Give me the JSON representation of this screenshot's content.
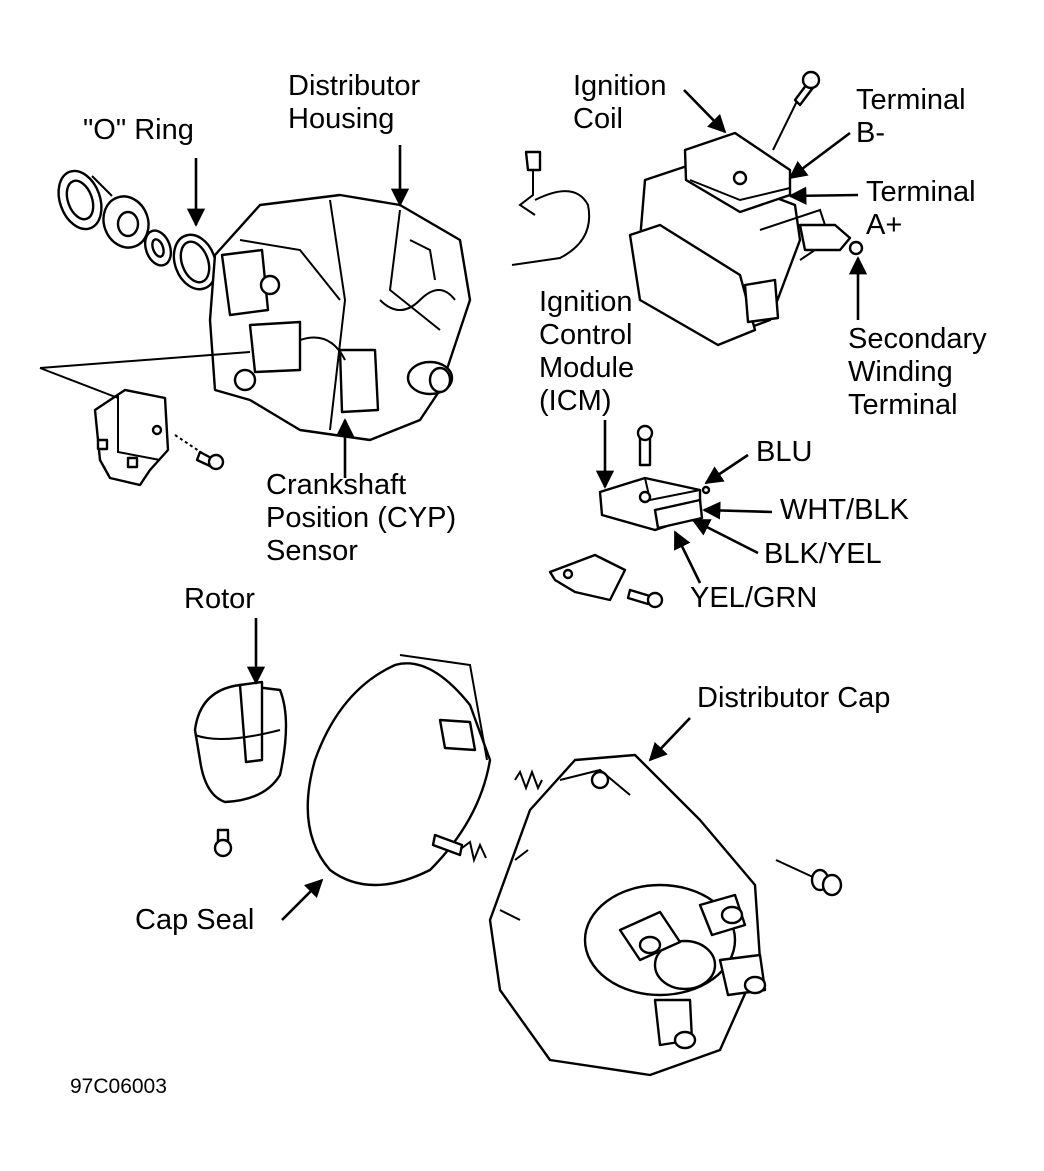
{
  "labels": {
    "o_ring": "\"O\" Ring",
    "distributor_housing": "Distributor\nHousing",
    "ignition_coil": "Ignition\nCoil",
    "terminal_b_minus": "Terminal\nB-",
    "terminal_a_plus": "Terminal\nA+",
    "secondary_winding_terminal": "Secondary\nWinding\nTerminal",
    "icm": "Ignition\nControl\nModule\n(ICM)",
    "blu": "BLU",
    "wht_blk": "WHT/BLK",
    "blk_yel": "BLK/YEL",
    "yel_grn": "YEL/GRN",
    "crankshaft_sensor": "Crankshaft\nPosition (CYP)\nSensor",
    "rotor": "Rotor",
    "distributor_cap": "Distributor Cap",
    "cap_seal": "Cap Seal"
  },
  "figure_code": "97C06003",
  "colors": {
    "ink": "#000000",
    "paper": "#ffffff"
  }
}
